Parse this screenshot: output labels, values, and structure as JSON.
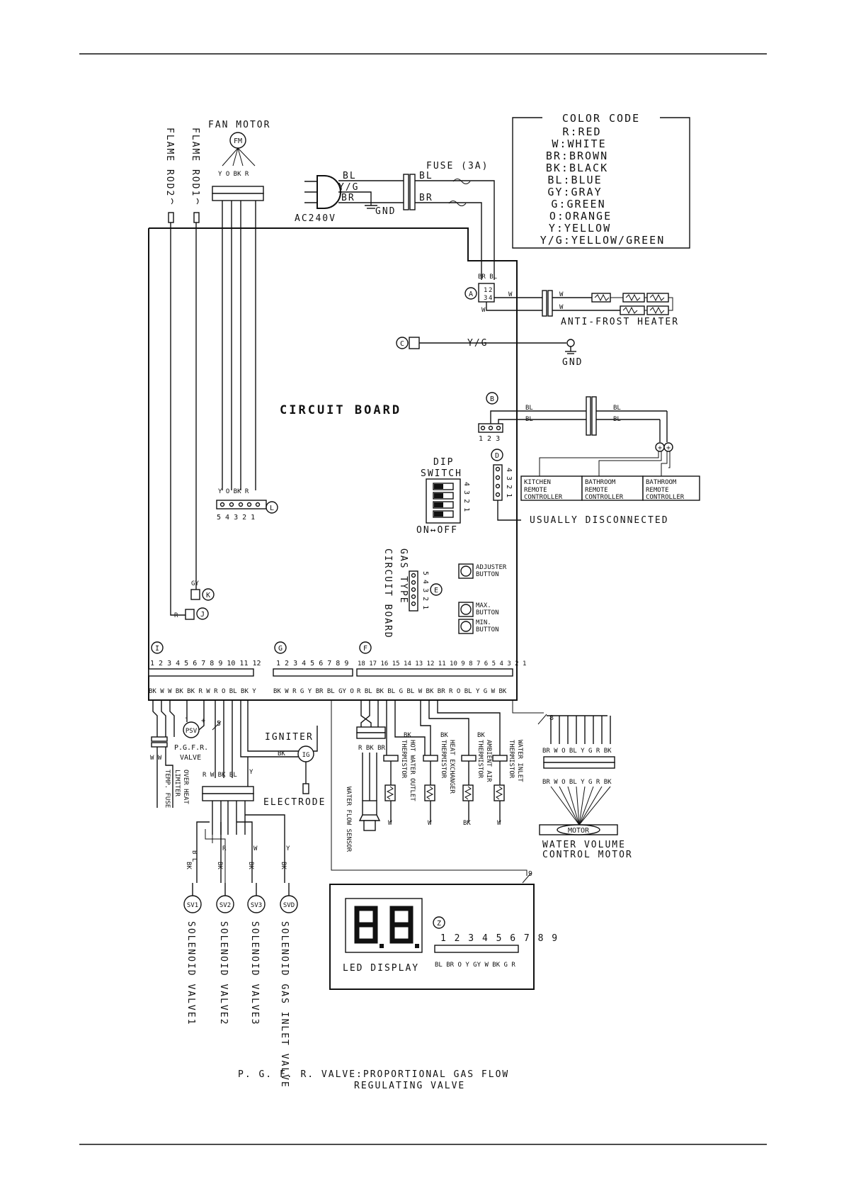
{
  "color_code": {
    "title": "COLOR CODE",
    "entries": [
      "R:RED",
      "W:WHITE",
      "BR:BROWN",
      "BK:BLACK",
      "BL:BLUE",
      "GY:GRAY",
      "G:GREEN",
      "O:ORANGE",
      "Y:YELLOW",
      "Y/G:YELLOW/GREEN"
    ]
  },
  "labels": {
    "fan_motor": "FAN MOTOR",
    "fm": "FM",
    "flame_rod2": "FLAME ROD2",
    "flame_rod1": "FLAME ROD1",
    "fuse": "FUSE (3A)",
    "ac": "AC240V",
    "gnd": "GND",
    "circuit_board": "CIRCUIT BOARD",
    "anti_frost": "ANTI-FROST HEATER",
    "dip_1": "DIP",
    "dip_2": "SWITCH",
    "on_off": "ON↔OFF",
    "usually": "USUALLY DISCONNECTED",
    "kitchen": [
      "KITCHEN",
      "REMOTE",
      "CONTROLLER"
    ],
    "bathroom1": [
      "BATHROOM",
      "REMOTE",
      "CONTROLLER"
    ],
    "bathroom2": [
      "BATHROOM",
      "REMOTE",
      "CONTROLLER"
    ],
    "gas_type": "GAS TYPE",
    "circuit_board_v": "CIRCUIT BOARD",
    "adjuster": [
      "ADJUSTER",
      "BUTTON"
    ],
    "max": [
      "MAX.",
      "BUTTON"
    ],
    "min": [
      "MIN.",
      "BUTTON"
    ],
    "pgfr": "P.G.F.R.",
    "valve": "VALVE",
    "psv": "PSV",
    "igniter": "IGNITER",
    "ig": "IG",
    "electrode": "ELECTRODE",
    "motor": "MOTOR",
    "wvcm_1": "WATER VOLUME",
    "wvcm_2": "CONTROL MOTOR",
    "led_display": "LED DISPLAY",
    "footnote_1": "P. G. F. R.  VALVE:PROPORTIONAL GAS FLOW",
    "footnote_2": "REGULATING VALVE"
  },
  "connectors": [
    "A",
    "B",
    "C",
    "D",
    "E",
    "F",
    "G",
    "I",
    "J",
    "K",
    "L",
    "Z"
  ],
  "wire_counts": [
    "5",
    "8",
    "9"
  ],
  "fuse_wires": {
    "bl": "BL",
    "yg": "Y/G",
    "br": "BR"
  },
  "connector_A": {
    "top": "BR BL",
    "w": "W"
  },
  "connector_C": {
    "wire": "Y/G"
  },
  "connector_B": {
    "pins": "1 2 3",
    "wire": "BL"
  },
  "connector_D": {
    "pins": "4 3 2 1"
  },
  "connector_E": {
    "pins": "5 4 3 2 1"
  },
  "connector_L": {
    "pins": "5 4 3 2 1",
    "wires": "Y O BK R"
  },
  "connector_JK": {
    "gy": "GY",
    "r": "R"
  },
  "dip": {
    "pins": "4 3 2 1"
  },
  "conn_I": {
    "pins": "1 2 3 4 5 6 7 8 9 10 11 12",
    "wires": "BK W W BK BK R W R O BL BK Y"
  },
  "conn_G": {
    "pins": "1 2 3 4 5 6 7 8 9",
    "wires": "BK W R G Y BR BL GY O"
  },
  "conn_F": {
    "pins": "18 17 16 15 14 13 12 11 10 9 8 7 6 5 4 3 2 1",
    "wires": "R BL BK BL G   BL W BK BR R O BL Y G W BK"
  },
  "conn_Z": {
    "pins": "1 2 3 4 5 6 7 8 9",
    "wires": "BL BR O Y GY W BK G R"
  },
  "motor_wires": "BR W O BL Y G R BK",
  "lower_labels": {
    "fan_wires": "Y O BK R",
    "ww": "W W",
    "fuses": [
      "TEMP. FUSE",
      "LIMITER",
      "OVER HEAT"
    ],
    "rwbkbl": "R W BK BL",
    "y": "Y",
    "bk": "BK",
    "flow_wires": "R BK BR",
    "flow_sensor": "WATER FLOW SENSOR",
    "hot_water": [
      "THERMISTOR",
      "HOT WATER OUTLET"
    ],
    "heat_exch": [
      "THERMISTOR",
      "HEAT EXCHANGER"
    ],
    "ambient": [
      "THERMISTOR",
      "AMBIENT AIR"
    ],
    "water_inlet": [
      "THERMISTOR",
      "WATER INLET"
    ],
    "sv": [
      "SV1",
      "SV2",
      "SV3",
      "SVD"
    ],
    "sv_names": [
      "SOLENOID VALVE1",
      "SOLENOID VALVE2",
      "SOLENOID VALVE3",
      "SOLENOID GAS INLET VALVE"
    ],
    "sv_wires_top": [
      "B L",
      "R",
      "W",
      "Y"
    ],
    "sv_wires_bk": [
      "BK",
      "BK",
      "BK",
      "BK"
    ]
  },
  "display": {
    "digits": "8.8."
  }
}
